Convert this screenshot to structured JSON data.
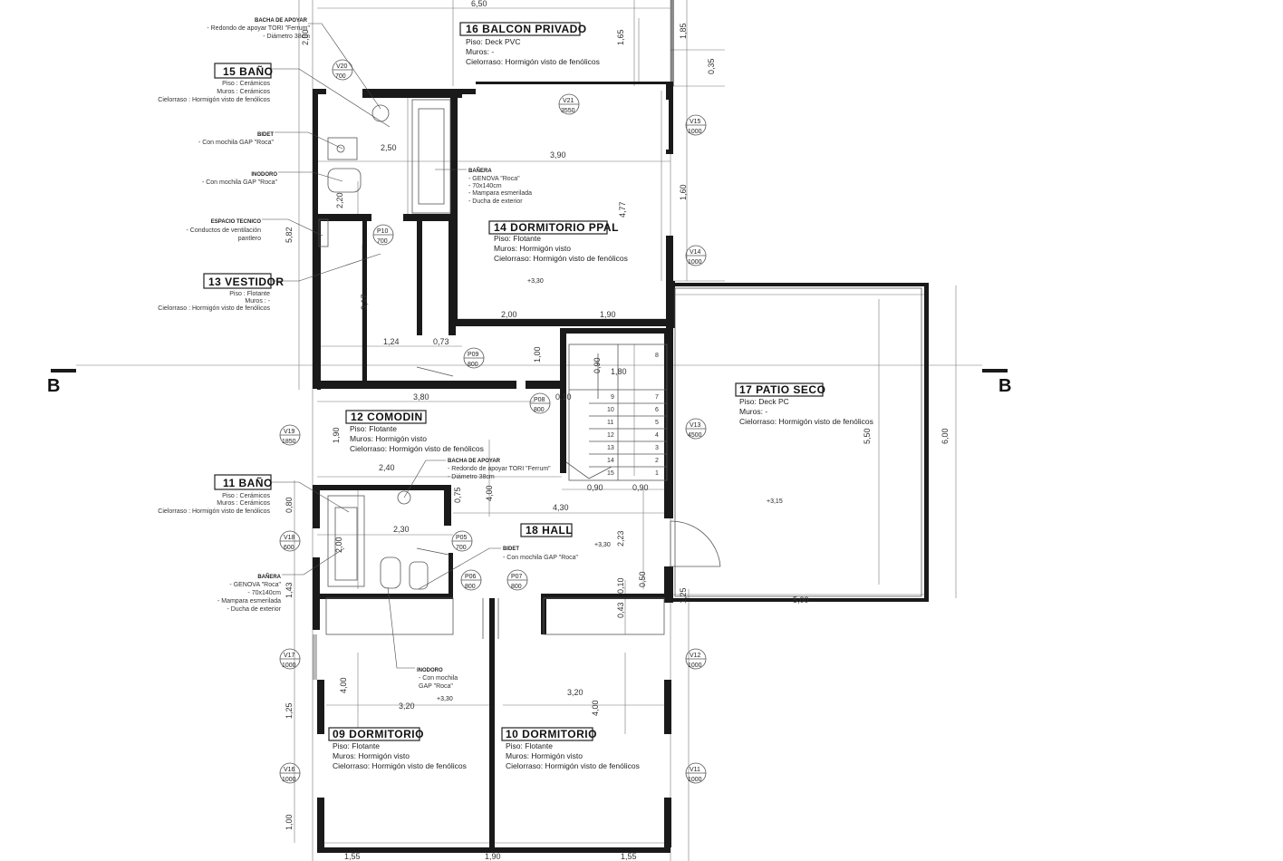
{
  "colors": {
    "wall": "#1a1a1a",
    "line": "#555555",
    "text": "#222222",
    "background": "#ffffff"
  },
  "section_marks": {
    "left": "B",
    "right": "B"
  },
  "rooms": [
    {
      "id": "r16",
      "title": "16  BALCON PRIVADO",
      "lines": [
        "Piso: Deck PVC",
        "Muros: -",
        "Cielorraso: Hormigón visto de fenólicos"
      ]
    },
    {
      "id": "r15",
      "title": "15 BAÑO",
      "lines": [
        "Piso : Cerámicos",
        "Muros : Cerámicos",
        "Cielorraso : Hormigón visto de fenólicos"
      ]
    },
    {
      "id": "r14",
      "title": "14  DORMITORIO PPAL",
      "lines": [
        "Piso: Flotante",
        "Muros: Hormigón visto",
        "Cielorraso: Hormigón visto de fenólicos"
      ]
    },
    {
      "id": "r13",
      "title": "13 VESTIDOR",
      "lines": [
        "Piso : Flotante",
        "Muros : -",
        "Cielorraso : Hormigón visto de fenólicos"
      ]
    },
    {
      "id": "r12",
      "title": "12  COMODIN",
      "lines": [
        "Piso: Flotante",
        "Muros: Hormigón visto",
        "Cielorraso: Hormigón visto de fenólicos"
      ]
    },
    {
      "id": "r17",
      "title": "17  PATIO SECO",
      "lines": [
        "Piso: Deck PC",
        "Muros: -",
        "Cielorraso: Hormigón visto de fenólicos"
      ]
    },
    {
      "id": "r11",
      "title": "11 BAÑO",
      "lines": [
        "Piso : Cerámicos",
        "Muros : Cerámicos",
        "Cielorraso : Hormigón visto de fenólicos"
      ]
    },
    {
      "id": "r18",
      "title": "18  HALL",
      "lines": []
    },
    {
      "id": "r09",
      "title": "09  DORMITORIO",
      "lines": [
        "Piso: Flotante",
        "Muros: Hormigón visto",
        "Cielorraso: Hormigón visto de fenólicos"
      ]
    },
    {
      "id": "r10",
      "title": "10  DORMITORIO",
      "lines": [
        "Piso: Flotante",
        "Muros: Hormigón visto",
        "Cielorraso: Hormigón visto de fenólicos"
      ]
    }
  ],
  "fixtures": [
    {
      "id": "bacha1",
      "title": "BACHA DE APOYAR",
      "lines": [
        "- Redondo de apoyar TORI \"Ferrum\"",
        "- Diámetro 38cm"
      ]
    },
    {
      "id": "bidet1",
      "title": "BIDET",
      "lines": [
        "- Con mochila GAP \"Roca\""
      ]
    },
    {
      "id": "inodoro1",
      "title": "INODORO",
      "lines": [
        "- Con mochila GAP \"Roca\""
      ]
    },
    {
      "id": "espacio",
      "title": "ESPACIO TECNICO",
      "lines": [
        "- Conductos de ventilación",
        "pantlero"
      ]
    },
    {
      "id": "banera1",
      "title": "BAÑERA",
      "lines": [
        "- GENOVA \"Roca\"",
        "- 70x140cm",
        "- Mampara esmerilada",
        "- Ducha de exterior"
      ]
    },
    {
      "id": "bacha2",
      "title": "BACHA DE APOYAR",
      "lines": [
        "- Redondo de apoyar TORI \"Ferrum\"",
        "- Diámetro 38cm"
      ]
    },
    {
      "id": "bidet2",
      "title": "BIDET",
      "lines": [
        "- Con mochila GAP \"Roca\""
      ]
    },
    {
      "id": "banera2",
      "title": "BAÑERA",
      "lines": [
        "- GENOVA \"Roca\"",
        "- 70x140cm",
        "- Mampara esmerilada",
        "- Ducha de exterior"
      ]
    },
    {
      "id": "inodoro2",
      "title": "INODORO",
      "lines": [
        "- Con mochila",
        "GAP \"Roca\""
      ]
    }
  ],
  "tags": [
    {
      "id": "V20",
      "code": "V20",
      "val": "700"
    },
    {
      "id": "V21",
      "code": "V21",
      "val": "3550"
    },
    {
      "id": "V15",
      "code": "V15",
      "val": "1000"
    },
    {
      "id": "V14",
      "code": "V14",
      "val": "1000"
    },
    {
      "id": "P10",
      "code": "P10",
      "val": "700"
    },
    {
      "id": "P09",
      "code": "P09",
      "val": "800"
    },
    {
      "id": "P08",
      "code": "P08",
      "val": "800"
    },
    {
      "id": "V19",
      "code": "V19",
      "val": "1850"
    },
    {
      "id": "V13",
      "code": "V13",
      "val": "4500"
    },
    {
      "id": "V18",
      "code": "V18",
      "val": "600"
    },
    {
      "id": "P05",
      "code": "P05",
      "val": "700"
    },
    {
      "id": "P06",
      "code": "P06",
      "val": "800"
    },
    {
      "id": "P07",
      "code": "P07",
      "val": "800"
    },
    {
      "id": "V17",
      "code": "V17",
      "val": "1000"
    },
    {
      "id": "V12",
      "code": "V12",
      "val": "1000"
    },
    {
      "id": "V16",
      "code": "V16",
      "val": "1000"
    },
    {
      "id": "V11",
      "code": "V11",
      "val": "1000"
    }
  ],
  "dims": {
    "d650": "6,50",
    "d165": "1,65",
    "d185": "1,85",
    "d035": "0,35",
    "d200t": "2,00",
    "d250": "2,50",
    "d390": "3,90",
    "d477": "4,77",
    "d160": "1,60",
    "d220": "2,20",
    "d582": "5,82",
    "d317": "3,17",
    "d200": "2,00",
    "d190a": "1,90",
    "d124": "1,24",
    "d073": "0,73",
    "d100": "1,00",
    "d090": "0,90",
    "d180": "1,80",
    "d010": "0,10",
    "d380": "3,80",
    "d190b": "1,90",
    "d240": "2,40",
    "d400a": "4,00",
    "d075": "0,75",
    "d430": "4,30",
    "d550": "5,50",
    "d600": "6,00",
    "d080": "0,80",
    "d230": "2,30",
    "d200b": "2,00",
    "d223": "2,23",
    "d143": "1,43",
    "d050": "0,50",
    "d010b": "0,10",
    "d043": "0,43",
    "d125a": "1,25",
    "d500": "5,00",
    "d090a": "0,90",
    "d090b": "0,90",
    "d400b": "4,00",
    "d320a": "3,20",
    "d320b": "3,20",
    "d400c": "4,00",
    "d125": "1,25",
    "d100b": "1,00",
    "d155a": "1,55",
    "d190c": "1,90",
    "d155b": "1,55"
  },
  "levels": {
    "l330a": "+3,30",
    "l315": "+3,15",
    "l330b": "+3,30",
    "l330c": "+3,30"
  },
  "stair_steps": [
    "8",
    "9",
    "10",
    "11",
    "12",
    "13",
    "14",
    "15",
    "7",
    "6",
    "5",
    "4",
    "3",
    "2",
    "1"
  ]
}
